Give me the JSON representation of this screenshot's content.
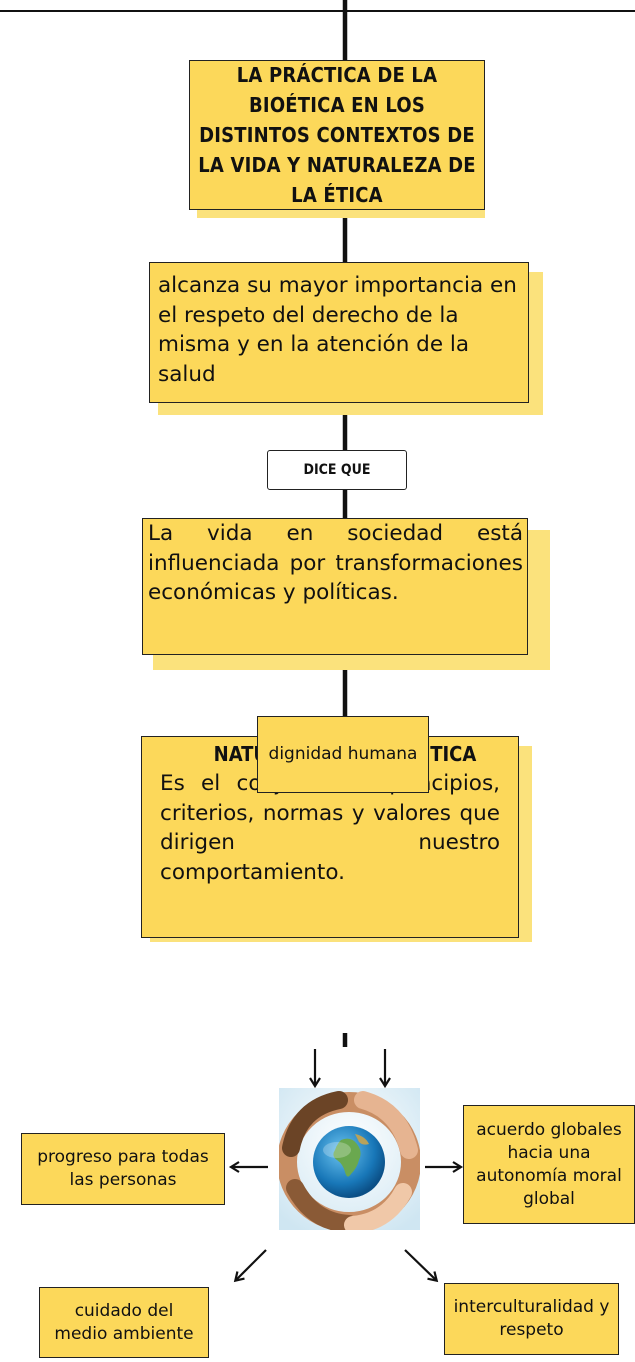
{
  "title_box": {
    "text": "La práctica de la bioética en los distintos contextos de la vida y naturaleza de la ética"
  },
  "importance_box": {
    "text": " alcanza su mayor importancia en el respeto del derecho de la misma y en la atención de la salud"
  },
  "connector_label": {
    "text": "DICE QUE"
  },
  "society_box": {
    "text": "La vida en sociedad está influenciada por transformaciones económicas y políticas."
  },
  "ethics_box": {
    "heading": "NATURALEZA DE LA ÉTICA",
    "text": "Es el conjunto de principios, criterios, normas y valores que dirigen nuestro comportamiento."
  },
  "dignity_box": {
    "text": "dignidad humana"
  },
  "progress_box": {
    "text": "progreso para todas las personas"
  },
  "agreements_box": {
    "text": "acuerdo globales hacia una autonomía moral global"
  },
  "environment_box": {
    "text": "cuidado del medio ambiente"
  },
  "intercultural_box": {
    "text": "interculturalidad y respeto"
  },
  "image": {
    "subject": "hands-around-globe"
  },
  "colors": {
    "card": "#fcd85a",
    "card_shadow": "#fbe27c",
    "line": "#111111"
  }
}
